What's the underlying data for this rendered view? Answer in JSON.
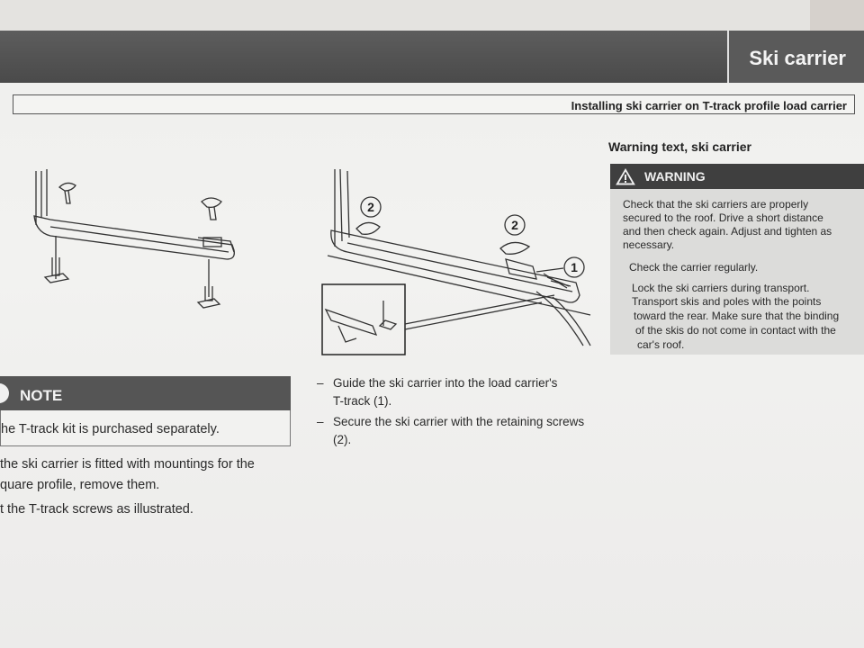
{
  "header": {
    "title": "Ski carrier"
  },
  "section": {
    "title": "Installing ski carrier on T-track profile load carrier"
  },
  "warning": {
    "heading": "Warning text, ski carrier",
    "label": "WARNING",
    "paragraphs": [
      [
        "Check that the ski carriers are properly",
        "secured to the roof. Drive a short distance",
        "and then check again. Adjust and tighten as",
        "necessary."
      ],
      [
        "Check the carrier regularly."
      ],
      [
        "Lock the ski carriers during transport.",
        "Transport skis and poles with the points",
        "toward the rear. Make sure that the binding",
        "of the skis do not come in contact with the",
        "car's roof."
      ]
    ]
  },
  "note": {
    "label": "NOTE",
    "text": "he T-track kit is purchased separately."
  },
  "left_instructions": [
    "the ski carrier is fitted with mountings for the",
    "quare profile, remove them.",
    "t the T-track screws as illustrated."
  ],
  "steps": [
    {
      "dash": "–",
      "line1": "Guide the ski carrier into the load carrier's",
      "line2": "T-track (1)."
    },
    {
      "dash": "–",
      "line1": "Secure the ski carrier with the retaining screws",
      "line2": "(2)."
    }
  ],
  "figure_callouts": {
    "screw": "2",
    "track": "1"
  },
  "icons": [
    "warning-triangle-icon",
    "note-circle-icon"
  ],
  "colors": {
    "header": "#4a4a4a",
    "warning_bar": "#3f3f3f",
    "warning_body": "#dcdcda",
    "note_bar": "#555555"
  }
}
